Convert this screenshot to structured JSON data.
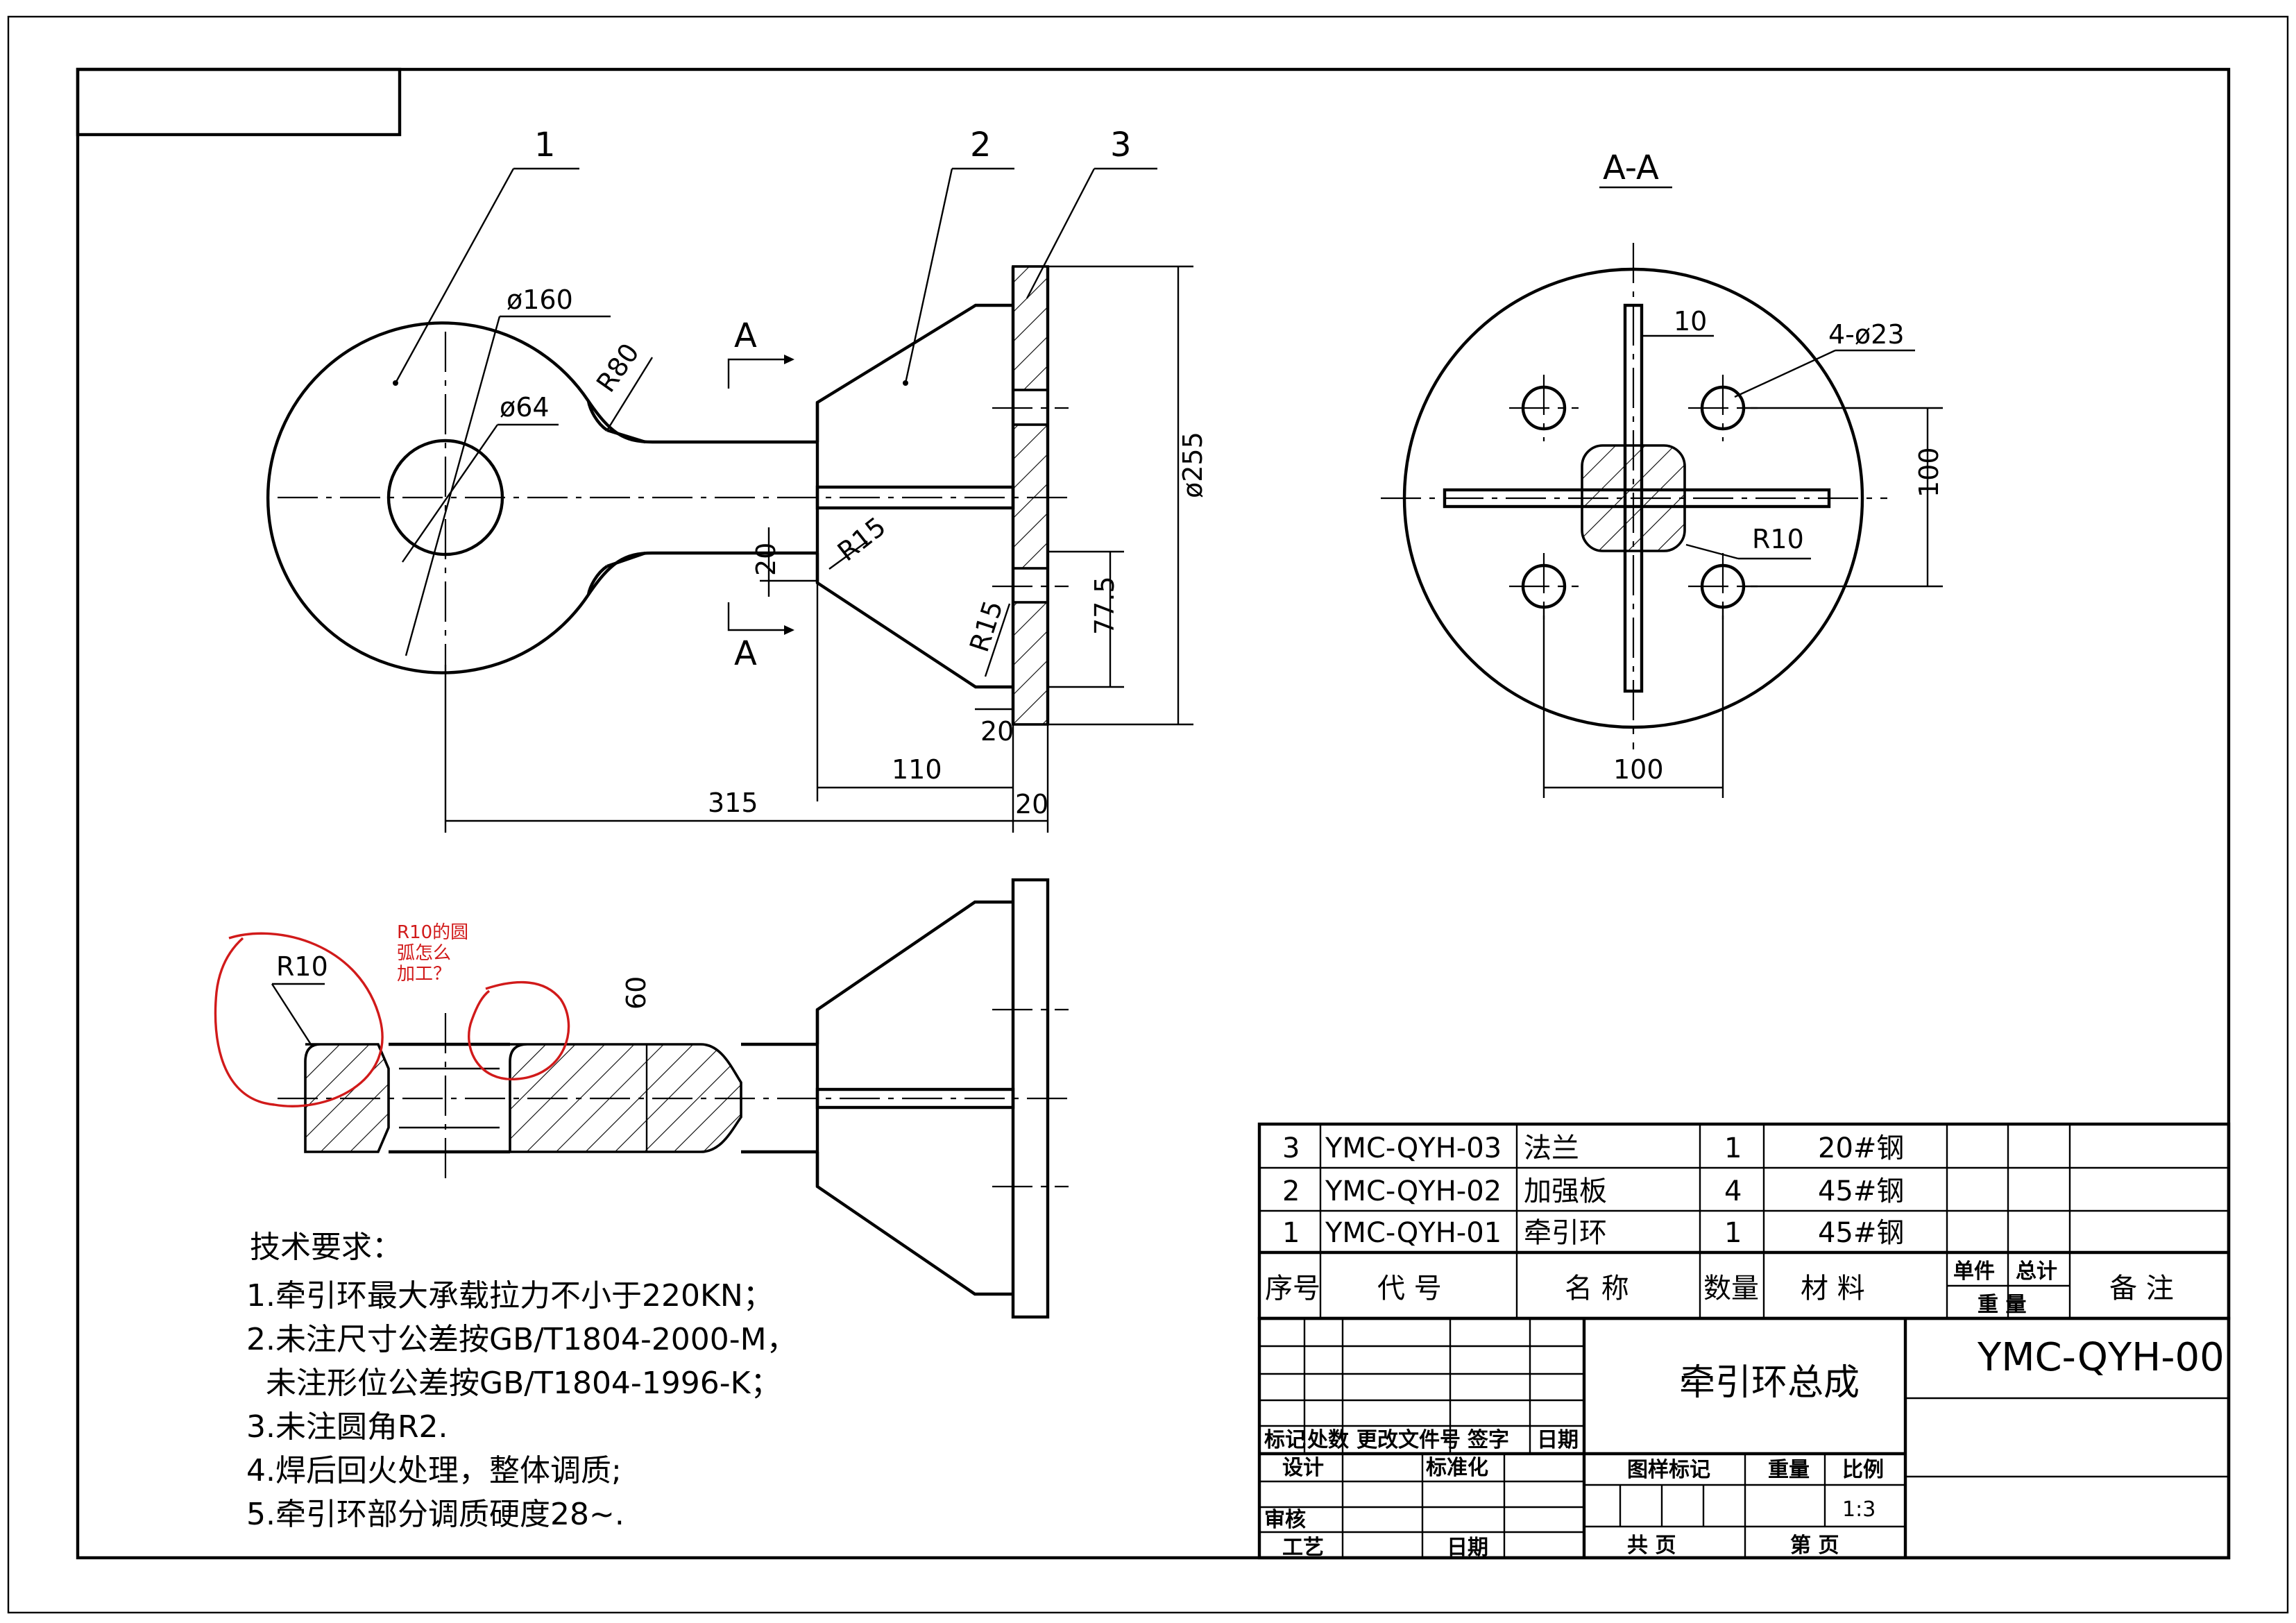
{
  "parts": {
    "p1": "1",
    "p2": "2",
    "p3": "3"
  },
  "section": {
    "title": "A-A",
    "cut_a_top": "A",
    "cut_a_bottom": "A"
  },
  "dimensions": {
    "d160": "ø160",
    "d64": "ø64",
    "r80": "R80",
    "r15a": "R15",
    "r15b": "R15",
    "d20a": "20",
    "d20b": "20",
    "d20c": "20",
    "d77": "77.5",
    "d255": "ø255",
    "d110": "110",
    "d315": "315",
    "s10": "10",
    "s4d23": "4-ø23",
    "s100v": "100",
    "s100h": "100",
    "sr10": "R10",
    "bR10": "R10",
    "b60": "60"
  },
  "annotation": {
    "line1": "R10的圆",
    "line2": "弧怎么",
    "line3": "加工？"
  },
  "tech_req": {
    "title": "技术要求：",
    "items": [
      "1.牵引环最大承载拉力不小于220KN；",
      "2.未注尺寸公差按GB/T1804-2000-M，",
      "  未注形位公差按GB/T1804-1996-K；",
      "3.未注圆角R2.",
      "4.焊后回火处理，整体调质;",
      "5.牵引环部分调质硬度28~."
    ]
  },
  "bom": {
    "rows": [
      {
        "no": "3",
        "code": "YMC-QYH-03",
        "name": "法兰",
        "qty": "1",
        "material": "20#钢"
      },
      {
        "no": "2",
        "code": "YMC-QYH-02",
        "name": "加强板",
        "qty": "4",
        "material": "45#钢"
      },
      {
        "no": "1",
        "code": "YMC-QYH-01",
        "name": "牵引环",
        "qty": "1",
        "material": "45#钢"
      }
    ],
    "header": {
      "no": "序号",
      "code": "代 号",
      "name": "名 称",
      "qty": "数量",
      "material": "材 料",
      "unit": "单件",
      "total": "总计",
      "weight": "重 量",
      "note": "备 注"
    }
  },
  "title_block": {
    "drawing_name": "牵引环总成",
    "drawing_no": "YMC-QYH-00",
    "mark": "标记",
    "count": "处数",
    "change_doc": "更改文件号",
    "sign": "签字",
    "date": "日期",
    "design": "设计",
    "standard": "标准化",
    "sample_mark": "图样标记",
    "weight": "重量",
    "scale": "比例",
    "scale_value": "1:3",
    "review": "审核",
    "process": "工艺",
    "date2": "日期",
    "total_sheets": "共 页",
    "sheet": "第 页"
  }
}
